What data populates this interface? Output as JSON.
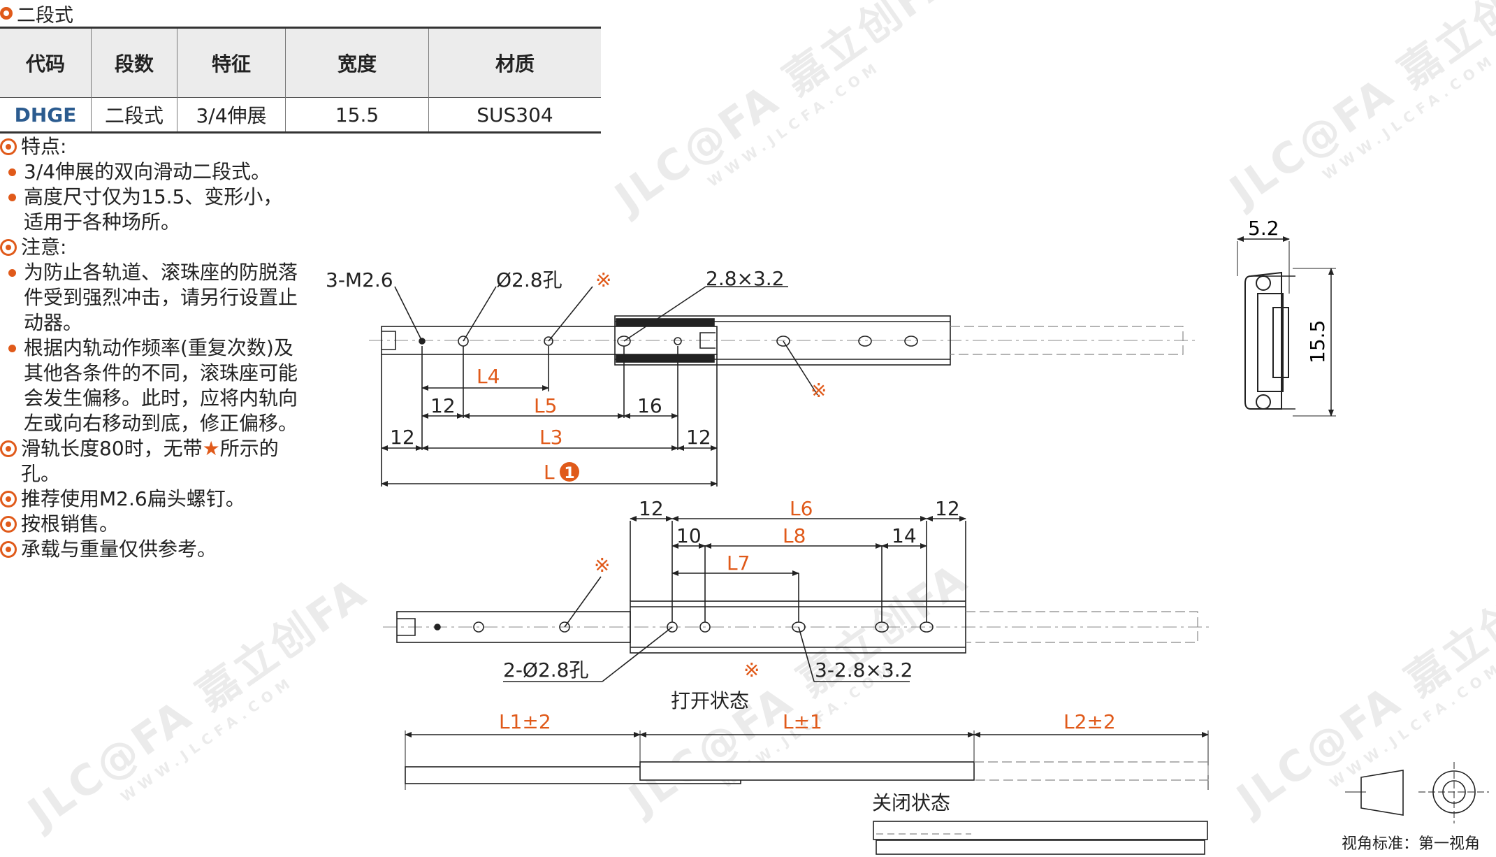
{
  "header": {
    "title": "二段式"
  },
  "table": {
    "headers": [
      "代码",
      "段数",
      "特征",
      "宽度",
      "材质"
    ],
    "row": [
      "DHGE",
      "二段式",
      "3/4伸展",
      "15.5",
      "SUS304"
    ]
  },
  "notes": {
    "features_title": "特点:",
    "features": [
      "3/4伸展的双向滑动二段式。",
      "高度尺寸仅为15.5、变形小，适用于各种场所。"
    ],
    "caution_title": "注意:",
    "cautions": [
      "为防止各轨道、滚珠座的防脱落件受到强烈冲击，请另行设置止动器。",
      "根据内轨动作频率(重复次数)及其他各条件的不同，滚珠座可能会发生偏移。此时，应将内轨向左或向右移动到底，修正偏移。"
    ],
    "extra_before_star": "滑轨长度80时，无带",
    "star": "★",
    "extra_after_star": "所示的孔。",
    "extras": [
      "推荐使用M2.6扁头螺钉。",
      "按根销售。",
      "承载与重量仅供参考。"
    ]
  },
  "drawing": {
    "labels": {
      "m26": "3-M2.6",
      "hole28": "Ø2.8孔",
      "mark": "※",
      "slot": "2.8×3.2",
      "L4": "L4",
      "L5": "L5",
      "L3": "L3",
      "L": "L",
      "circle1": "1",
      "d12": "12",
      "d16": "16",
      "L6": "L6",
      "L7": "L7",
      "L8": "L8",
      "d10": "10",
      "d14": "14",
      "holes2": "2-Ø2.8孔",
      "slots3": "3-2.8×3.2",
      "open_state": "打开状态",
      "close_state": "关闭状态",
      "L1tol": "L1±2",
      "Ltol": "L±1",
      "L2tol": "L2±2",
      "w52": "5.2",
      "h155": "15.5",
      "view_std": "视角标准：第一视角"
    }
  },
  "watermark": {
    "brand": "JLC@FA 嘉立创FA",
    "url": "WWW.JLCFA.COM"
  }
}
